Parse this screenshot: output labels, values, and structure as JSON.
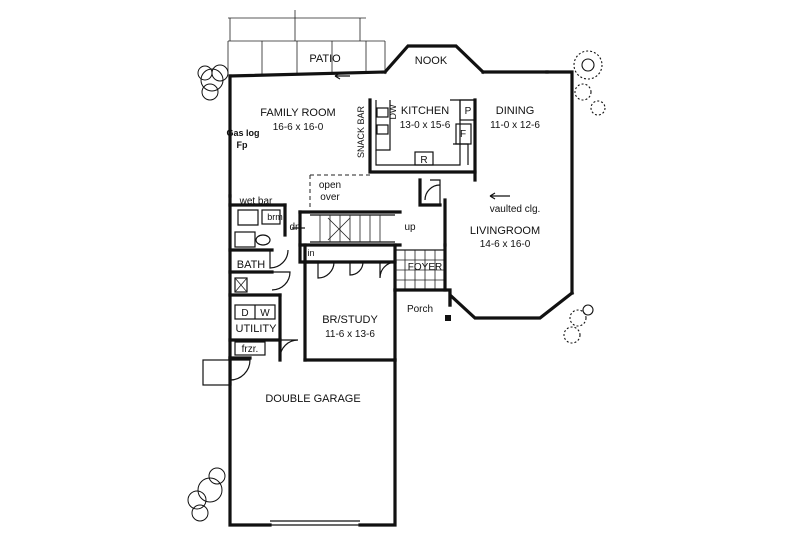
{
  "rooms": {
    "patio": {
      "name": "PATIO"
    },
    "nook": {
      "name": "NOOK"
    },
    "family_room": {
      "name": "FAMILY ROOM",
      "dims": "16-6 x 16-0"
    },
    "kitchen": {
      "name": "KITCHEN",
      "dims": "13-0 x 15-6"
    },
    "dining": {
      "name": "DINING",
      "dims": "11-0 x 12-6"
    },
    "living_room": {
      "name": "LIVINGROOM",
      "dims": "14-6 x 16-0"
    },
    "br_study": {
      "name": "BR/STUDY",
      "dims": "11-6 x 13-6"
    },
    "bath": {
      "name": "BATH"
    },
    "utility": {
      "name": "UTILITY"
    },
    "foyer": {
      "name": "FOYER"
    },
    "porch": {
      "name": "Porch"
    },
    "garage": {
      "name": "DOUBLE GARAGE"
    }
  },
  "annotations": {
    "gas_log_1": "Gas log",
    "gas_log_2": "Fp",
    "snack_bar": "SNACK BAR",
    "wet_bar": "wet bar",
    "broom": "brm",
    "open_1": "open",
    "open_2": "over",
    "vaulted": "vaulted clg.",
    "dn": "dn",
    "up": "up",
    "dw": "DW",
    "pantry": "P",
    "fridge_f": "F",
    "range": "R",
    "in": "in",
    "dryer": "D",
    "washer": "W",
    "freezer": "frzr."
  }
}
